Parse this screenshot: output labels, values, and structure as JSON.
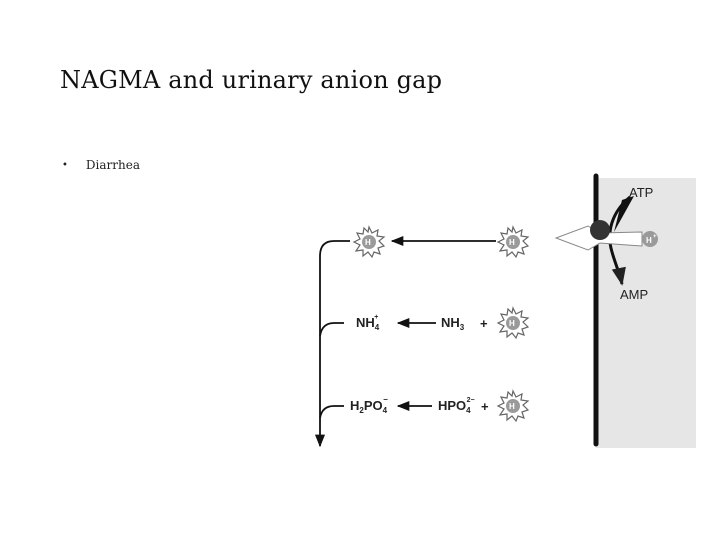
{
  "slide": {
    "title": "NAGMA and urinary anion gap",
    "bullets": [
      "Diarrhea"
    ]
  },
  "diagram": {
    "pump": {
      "atp": "ATP",
      "amp": "AMP",
      "ion": "H",
      "ion_charge": "+"
    },
    "rows": [
      {
        "left": "NH",
        "left_sub": "4",
        "left_sup": "+",
        "right": "NH",
        "right_sub": "3",
        "plus": "+"
      },
      {
        "left": "H",
        "left_sub": "2",
        "left_mid": "PO",
        "left_sub2": "4",
        "left_sup": "−",
        "right": "HPO",
        "right_sub": "4",
        "right_sup": "2−",
        "plus": "+"
      }
    ]
  }
}
